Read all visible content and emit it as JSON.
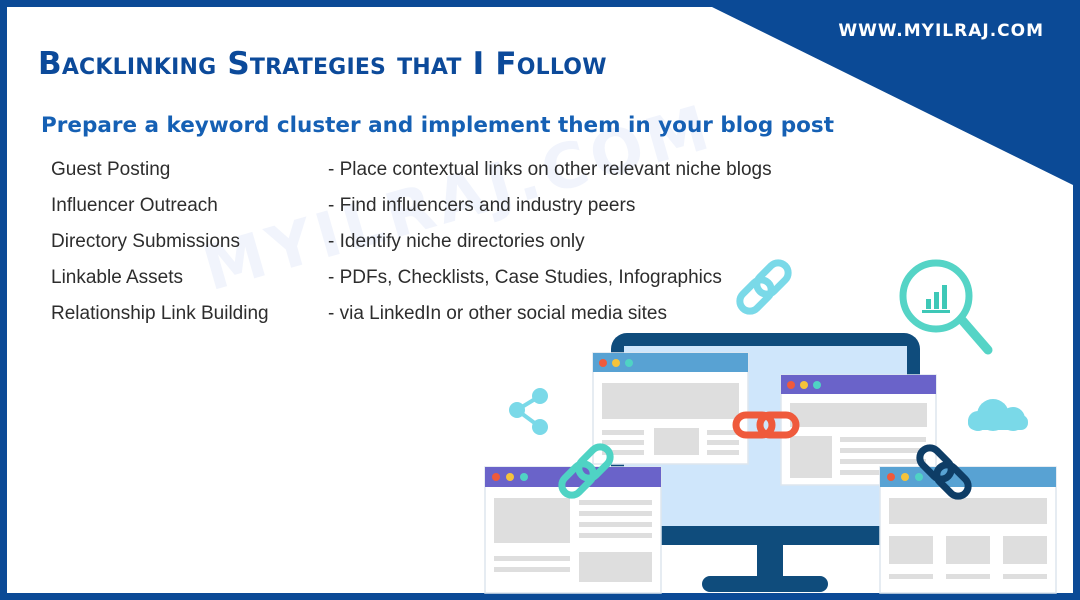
{
  "header": {
    "title": "Backlinking Strategies that I Follow",
    "website": "WWW.MYILRAJ.COM",
    "subtitle": "Prepare a keyword cluster and implement them in your blog post"
  },
  "strategies": [
    {
      "name": "Guest Posting",
      "description": "- Place contextual links on other relevant niche blogs"
    },
    {
      "name": "Influencer Outreach",
      "description": "- Find influencers and industry peers"
    },
    {
      "name": "Directory Submissions",
      "description": "- Identify niche directories only"
    },
    {
      "name": "Linkable Assets",
      "description": "- PDFs, Checklists, Case Studies, Infographics"
    },
    {
      "name": "Relationship Link Building",
      "description": "- via LinkedIn or other social media sites"
    }
  ],
  "watermark": "MYILRAJ.COM",
  "colors": {
    "brand_blue": "#0c4a9a",
    "subtitle_blue": "#1560b4",
    "frame_blue": "#0b4a96",
    "teal": "#4fd3c4",
    "coral": "#ef5a3c",
    "navy": "#0e3d66"
  },
  "icons": [
    "magnifier-chart-icon",
    "chain-link-icon",
    "share-icon",
    "cloud-icon",
    "desktop-monitor-icon",
    "browser-window-icon"
  ]
}
